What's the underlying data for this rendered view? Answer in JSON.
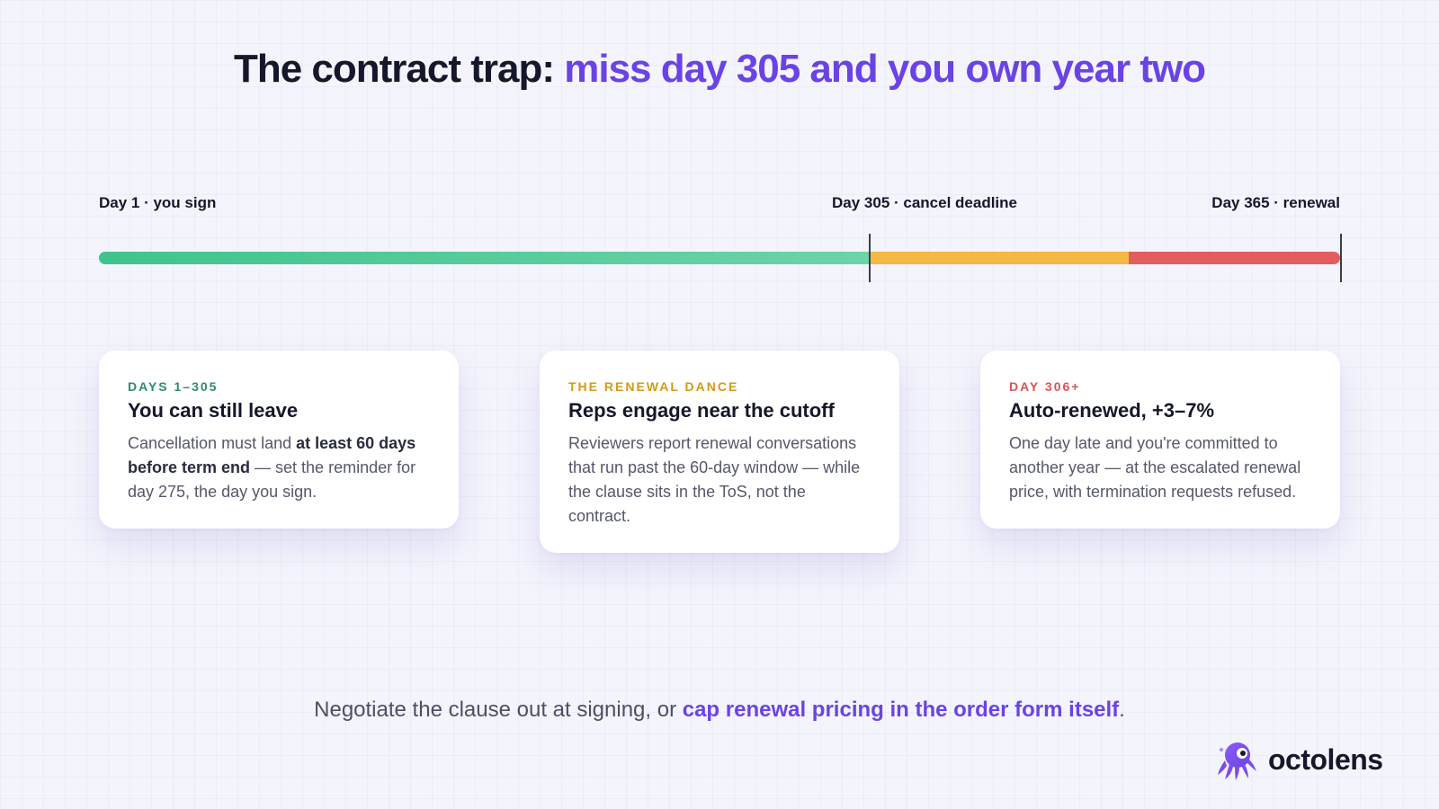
{
  "title": {
    "prefix": "The contract trap: ",
    "accent": "miss day 305 and you own year two"
  },
  "timeline": {
    "start_label": "Day 1 · you sign",
    "mid_label": "Day 305 · cancel deadline",
    "end_label": "Day 365 · renewal",
    "colors": {
      "green": "#3fc48d",
      "amber": "#f3b944",
      "red": "#e35d5d"
    }
  },
  "cards": [
    {
      "eyebrow": "DAYS 1–305",
      "heading": "You can still leave",
      "body_a": "Cancellation must land ",
      "body_bold": "at least 60 days before term end",
      "body_b": " — set the reminder for day 275, the day you sign.",
      "color": "#2f8a6b"
    },
    {
      "eyebrow": "THE RENEWAL DANCE",
      "heading": "Reps engage near the cutoff",
      "body": "Reviewers report renewal conversations that run past the 60-day window — while the clause sits in the ToS, not the contract.",
      "color": "#d39a16"
    },
    {
      "eyebrow": "DAY 306+",
      "heading": "Auto-renewed, +3–7%",
      "body": "One day late and you're committed to another year — at the escalated renewal price, with termination requests refused.",
      "color": "#e05252"
    }
  ],
  "footer": {
    "prefix": "Negotiate the clause out at signing, or ",
    "link": "cap renewal pricing in the order form itself",
    "suffix": "."
  },
  "brand": {
    "name": "octolens",
    "icon": "octopus-logo-icon"
  },
  "accent_color": "#6a43e6"
}
